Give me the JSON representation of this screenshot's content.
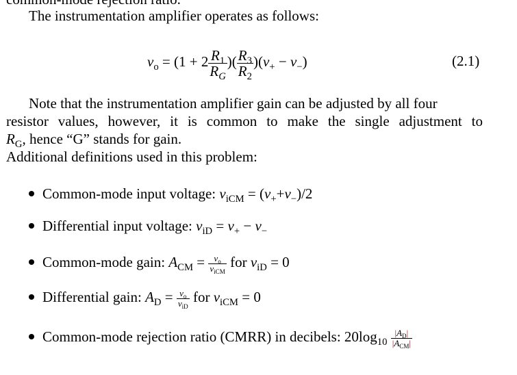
{
  "cut_line": "common-mode rejection ratio.",
  "intro": "The instrumentation amplifier operates as follows:",
  "equation": {
    "lhs": "v",
    "lhs_sub": "o",
    "eq": "=",
    "open": "(1 + 2",
    "f1_num": "R",
    "f1_num_sub": "1",
    "f1_den": "R",
    "f1_den_sub": "G",
    "mid": ")(",
    "f2_num": "R",
    "f2_num_sub": "3",
    "f2_den": "R",
    "f2_den_sub": "2",
    "tail_open": ")(",
    "vp": "v",
    "vp_sub": "+",
    "minus": "−",
    "vm": "v",
    "vm_sub": "−",
    "close": ")",
    "number": "(2.1)"
  },
  "note": {
    "line1": "Note that the instrumentation amplifier gain can be adjusted by all four",
    "line2": "resistor values, however, it is common to make the single adjustment to",
    "line3_var": "R",
    "line3_sub": "G",
    "line3_rest": ", hence “G” stands for gain."
  },
  "additional": "Additional definitions used in this problem:",
  "bullets": [
    {
      "label": "Common-mode input voltage: ",
      "v": "v",
      "sub": "iCM",
      "rest": " = (",
      "a": "v",
      "a_sub": "+",
      "plus": "+",
      "b": "v",
      "b_sub": "−",
      "end": ")/2"
    },
    {
      "label": "Differential input voltage: ",
      "v": "v",
      "sub": "iD",
      "eq": " = ",
      "a": "v",
      "a_sub": "+",
      "minus": " − ",
      "b": "v",
      "b_sub": "−"
    },
    {
      "label": "Common-mode gain: ",
      "A": "A",
      "A_sub": "CM",
      "eq": " = ",
      "num": "v",
      "num_sub": "o",
      "den": "v",
      "den_sub": "iCM",
      "for": " for ",
      "c": "v",
      "c_sub": "iD",
      "end": " = 0"
    },
    {
      "label": "Differential gain: ",
      "A": "A",
      "A_sub": "D",
      "eq": " = ",
      "num": "v",
      "num_sub": "o",
      "den": "v",
      "den_sub": "iD",
      "for": " for ",
      "c": "v",
      "c_sub": "iCM",
      "end": " = 0"
    },
    {
      "label": "Common-mode rejection ratio (CMRR) in decibels: ",
      "coef": "20log",
      "coef_sub": "10",
      "num": "A",
      "num_sub": "D",
      "den": "A",
      "den_sub": "CM",
      "bar": "|"
    }
  ]
}
